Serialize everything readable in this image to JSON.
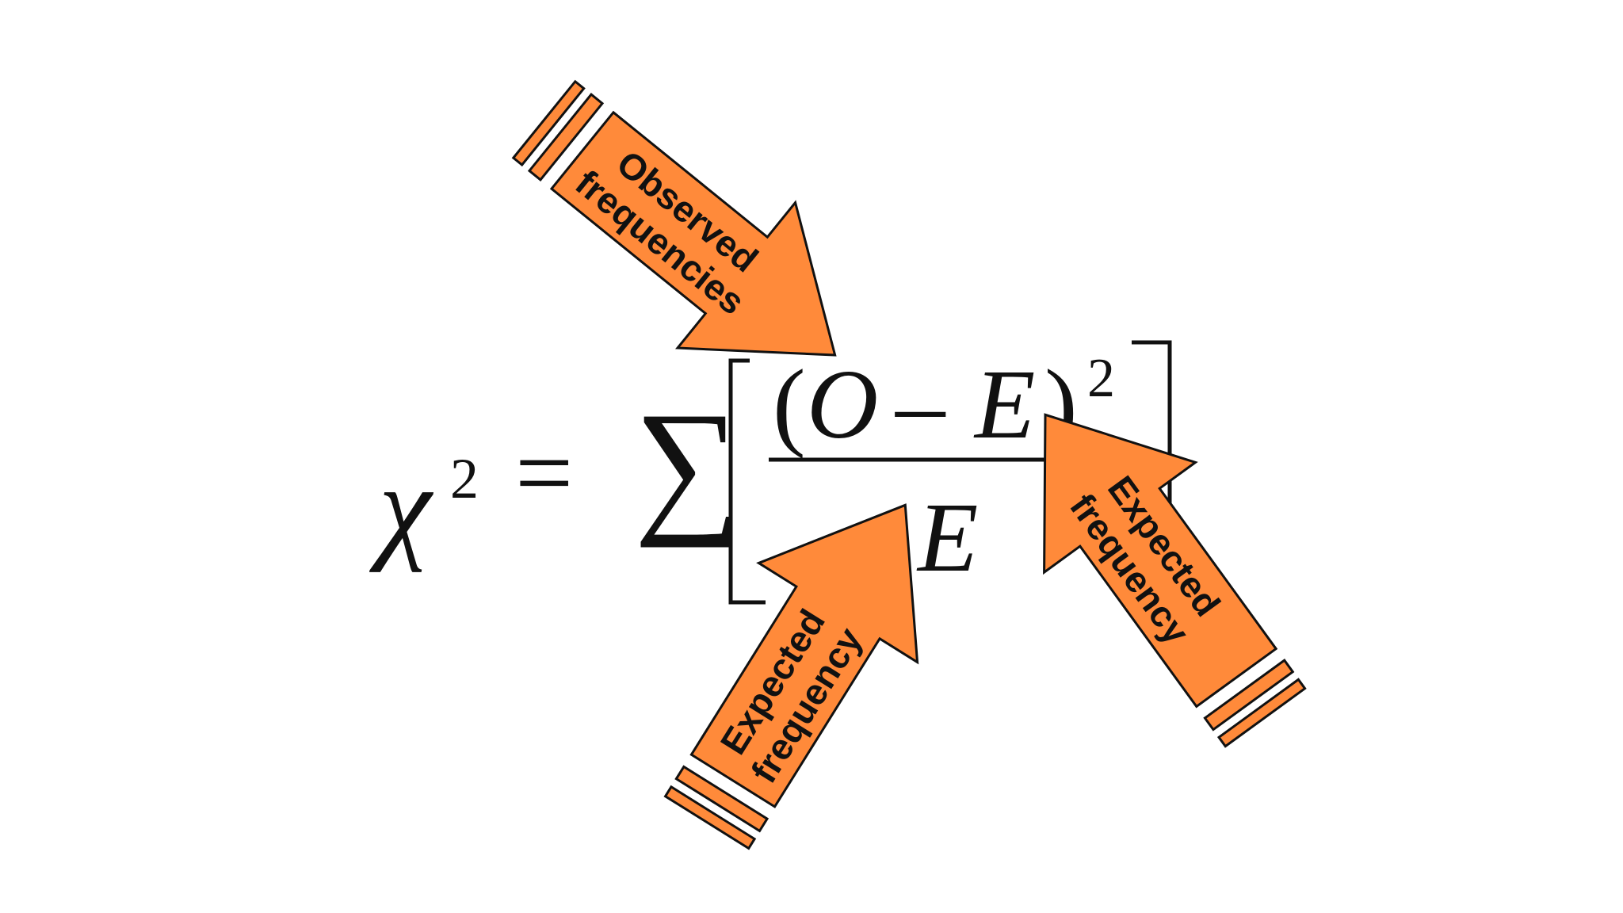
{
  "formula": {
    "lhs_symbol": "χ",
    "lhs_exponent": "2",
    "equals": "=",
    "sum": "∑",
    "numerator_open": "(",
    "numerator_o": "O",
    "numerator_minus": "–",
    "numerator_e": "E",
    "numerator_close": ")",
    "numerator_exponent": "2",
    "denominator": "E"
  },
  "arrows": {
    "observed": {
      "line1": "Observed",
      "line2": "frequencies"
    },
    "expected_bottom": {
      "line1": "Expected",
      "line2": "frequency"
    },
    "expected_right": {
      "line1": "Expected",
      "line2": "frequency"
    }
  },
  "colors": {
    "arrow_fill": "#FF8A3A",
    "arrow_stroke": "#111111",
    "ink": "#111111",
    "background": "#FFFFFF"
  }
}
